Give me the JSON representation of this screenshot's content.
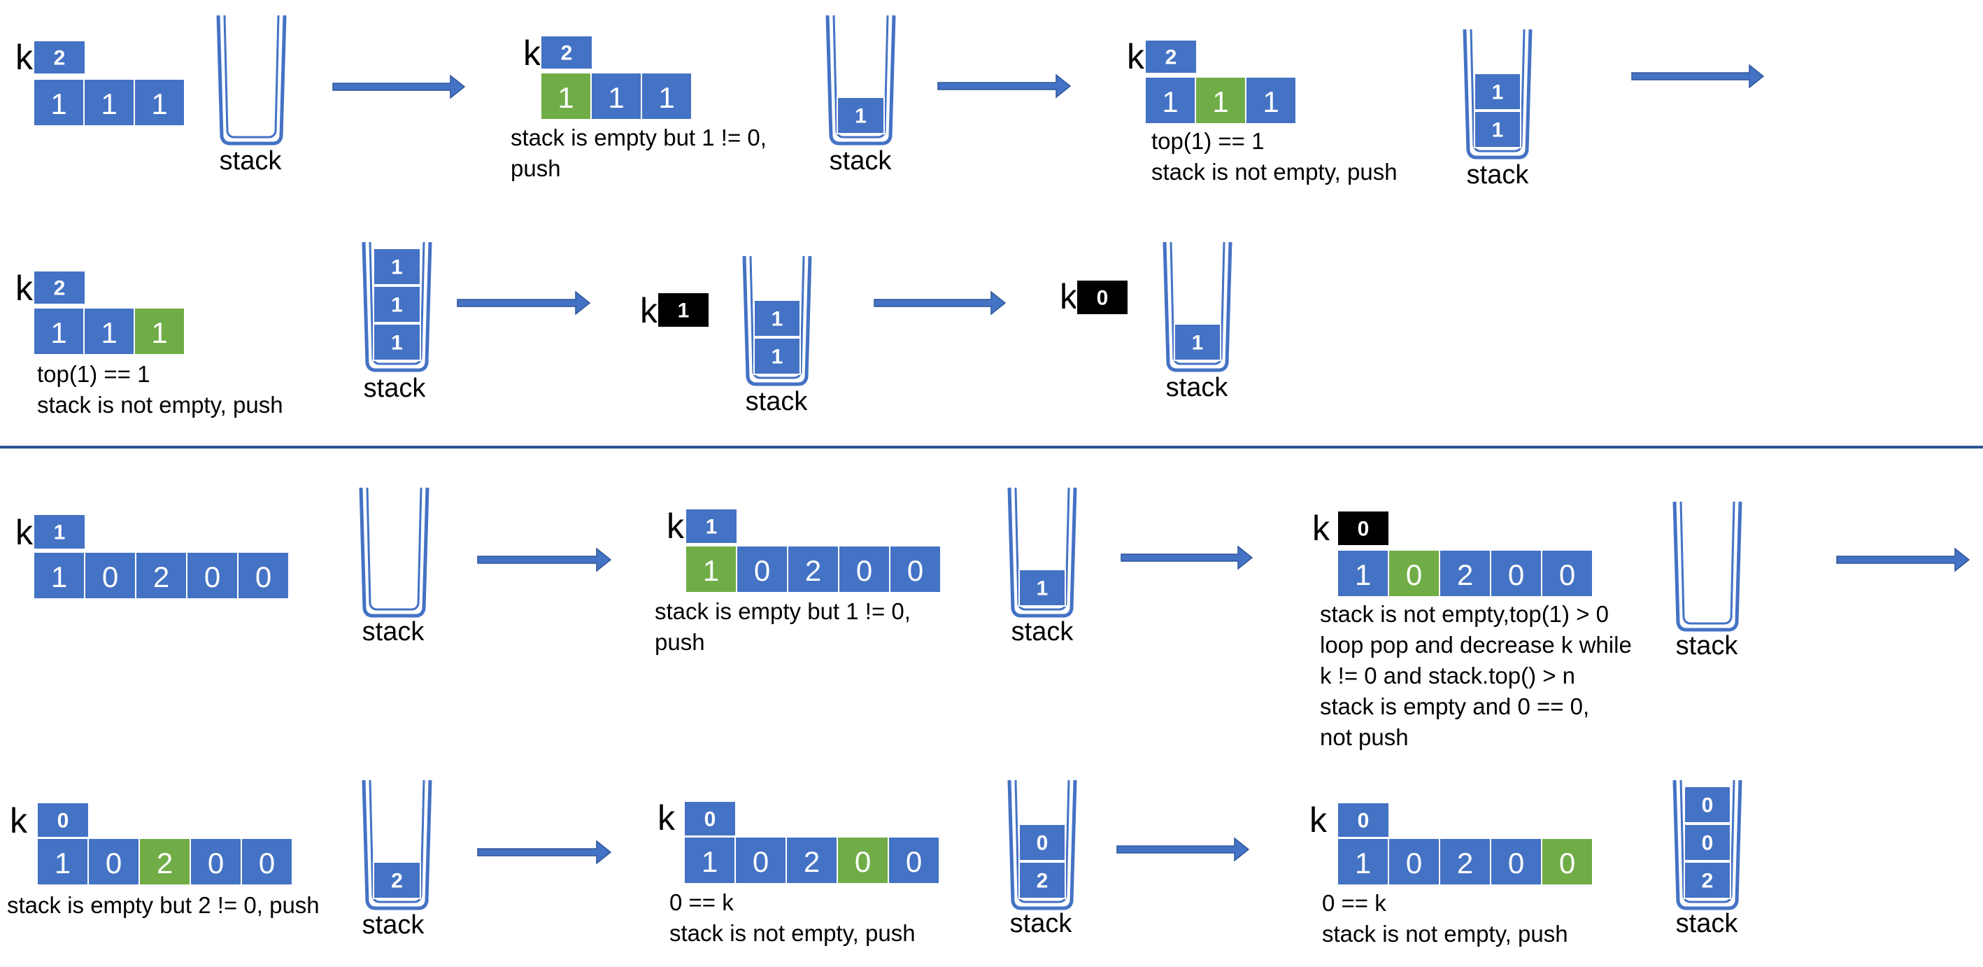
{
  "labels": {
    "k": "k",
    "stack": "stack"
  },
  "colors": {
    "blue": "#4472c4",
    "green": "#70ad47",
    "black": "#000000",
    "divider": "#2e5597"
  },
  "steps": [
    {
      "k": "2",
      "k_style": "blue",
      "cells": [
        "1",
        "1",
        "1"
      ],
      "active": -1,
      "stack": [],
      "caption": []
    },
    {
      "k": "2",
      "k_style": "blue",
      "cells": [
        "1",
        "1",
        "1"
      ],
      "active": 0,
      "stack": [
        "1"
      ],
      "caption": [
        "stack is empty but 1 != 0,",
        "push"
      ]
    },
    {
      "k": "2",
      "k_style": "blue",
      "cells": [
        "1",
        "1",
        "1"
      ],
      "active": 1,
      "stack": [
        "1",
        "1"
      ],
      "caption": [
        "top(1) == 1",
        "stack is not empty, push"
      ]
    },
    {
      "k": "2",
      "k_style": "blue",
      "cells": [
        "1",
        "1",
        "1"
      ],
      "active": 2,
      "stack": [
        "1",
        "1",
        "1"
      ],
      "caption": [
        "top(1) == 1",
        "stack is not empty, push"
      ]
    },
    {
      "k": "1",
      "k_style": "black",
      "cells": [],
      "active": -1,
      "stack": [
        "1",
        "1"
      ],
      "caption": []
    },
    {
      "k": "0",
      "k_style": "black",
      "cells": [],
      "active": -1,
      "stack": [
        "1"
      ],
      "caption": []
    },
    {
      "k": "1",
      "k_style": "blue",
      "cells": [
        "1",
        "0",
        "2",
        "0",
        "0"
      ],
      "active": -1,
      "stack": [],
      "caption": []
    },
    {
      "k": "1",
      "k_style": "blue",
      "cells": [
        "1",
        "0",
        "2",
        "0",
        "0"
      ],
      "active": 0,
      "stack": [
        "1"
      ],
      "caption": [
        "stack is empty but 1 != 0,",
        "push"
      ]
    },
    {
      "k": "0",
      "k_style": "black",
      "cells": [
        "1",
        "0",
        "2",
        "0",
        "0"
      ],
      "active": 1,
      "stack": [],
      "caption": [
        "stack is not empty,top(1) > 0",
        "loop pop and decrease k while",
        "k != 0 and stack.top() > n",
        "stack is empty and 0 == 0,",
        "not push"
      ]
    },
    {
      "k": "0",
      "k_style": "blue",
      "cells": [
        "1",
        "0",
        "2",
        "0",
        "0"
      ],
      "active": 2,
      "stack": [
        "2"
      ],
      "caption": [
        "stack is empty but 2 != 0, push"
      ]
    },
    {
      "k": "0",
      "k_style": "blue",
      "cells": [
        "1",
        "0",
        "2",
        "0",
        "0"
      ],
      "active": 3,
      "stack": [
        "2",
        "0"
      ],
      "caption": [
        "0 == k",
        "stack is not empty, push"
      ]
    },
    {
      "k": "0",
      "k_style": "blue",
      "cells": [
        "1",
        "0",
        "2",
        "0",
        "0"
      ],
      "active": 4,
      "stack": [
        "2",
        "0",
        "0"
      ],
      "caption": [
        "0 == k",
        "stack is not empty, push"
      ]
    }
  ]
}
